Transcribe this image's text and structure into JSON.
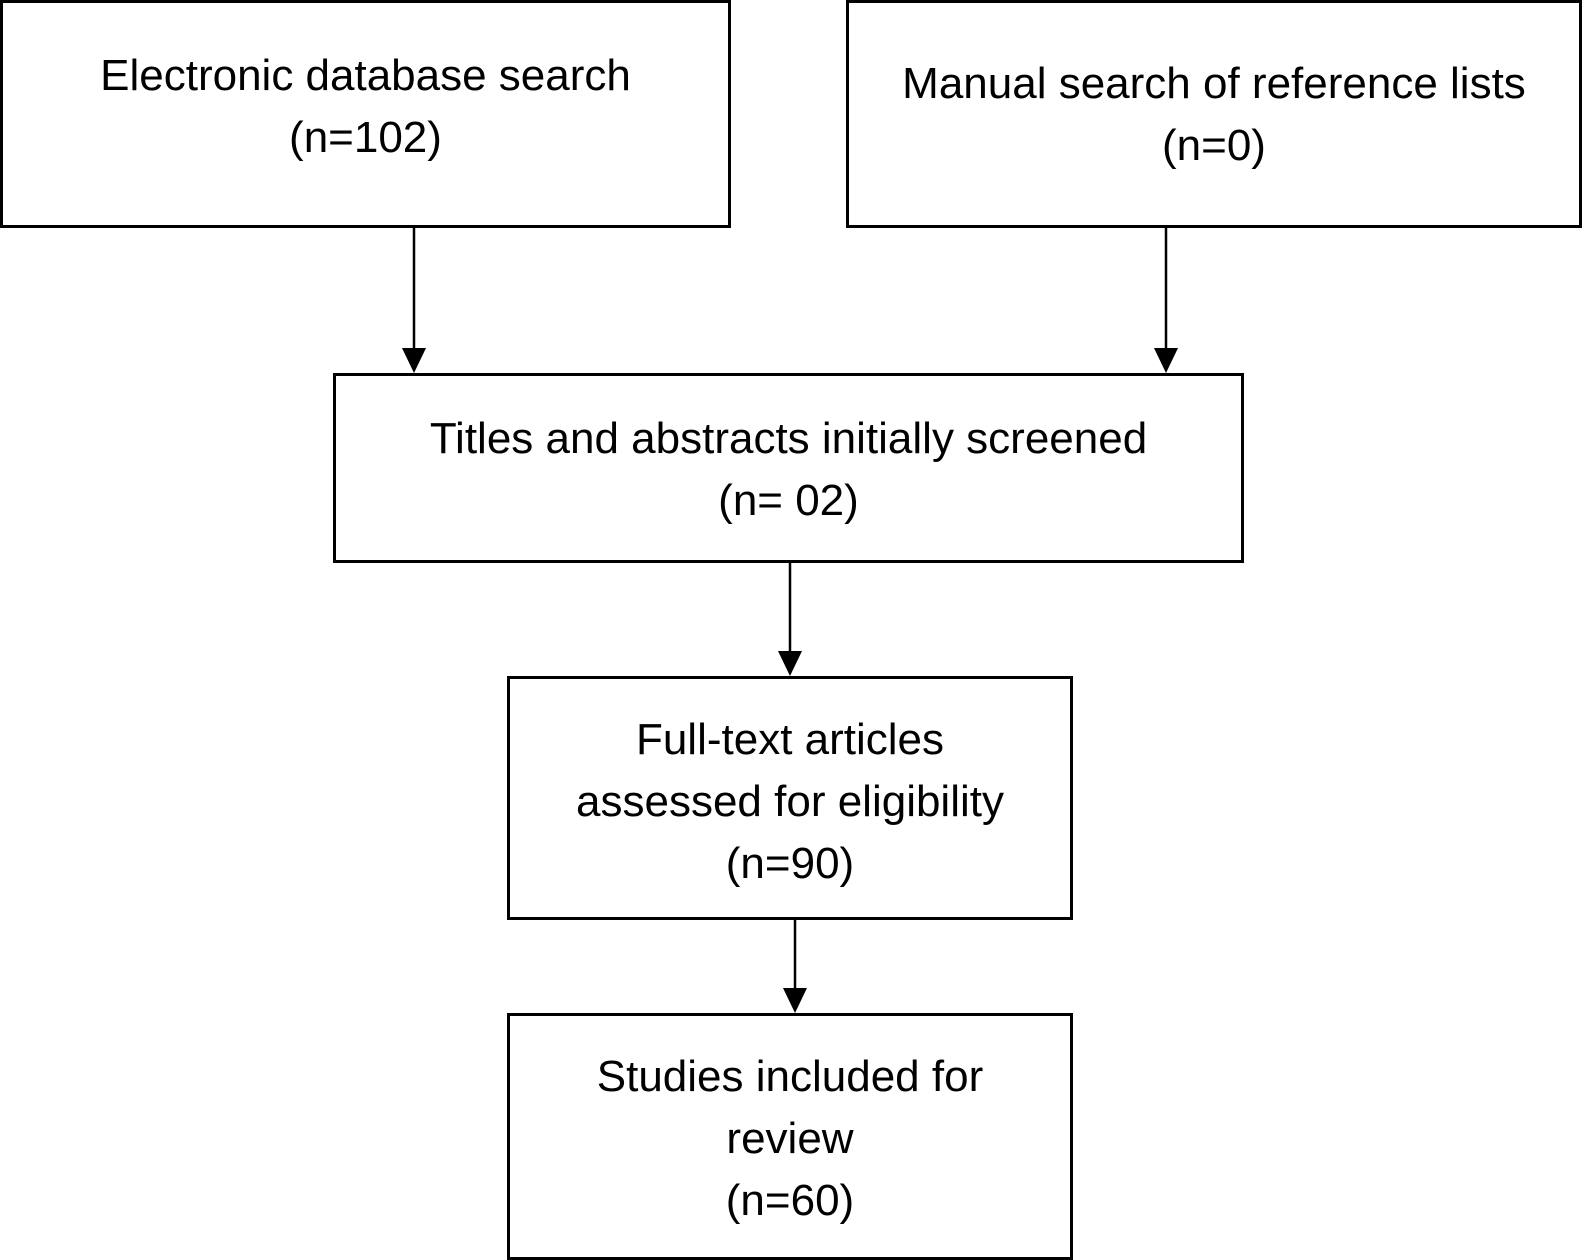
{
  "flowchart": {
    "database_search": {
      "title": "Electronic database search",
      "count": "(n=102)"
    },
    "manual_search": {
      "title": "Manual search of reference lists",
      "count": "(n=0)"
    },
    "screening": {
      "title": "Titles and abstracts initially screened",
      "count": "(n= 02)"
    },
    "full_text": {
      "title_line1": "Full-text articles",
      "title_line2": "assessed for eligibility",
      "count": "(n=90)"
    },
    "included": {
      "title_line1": "Studies included for",
      "title_line2": "review",
      "count": "(n=60)"
    },
    "line_color": "#000000",
    "background_color": "#ffffff"
  }
}
